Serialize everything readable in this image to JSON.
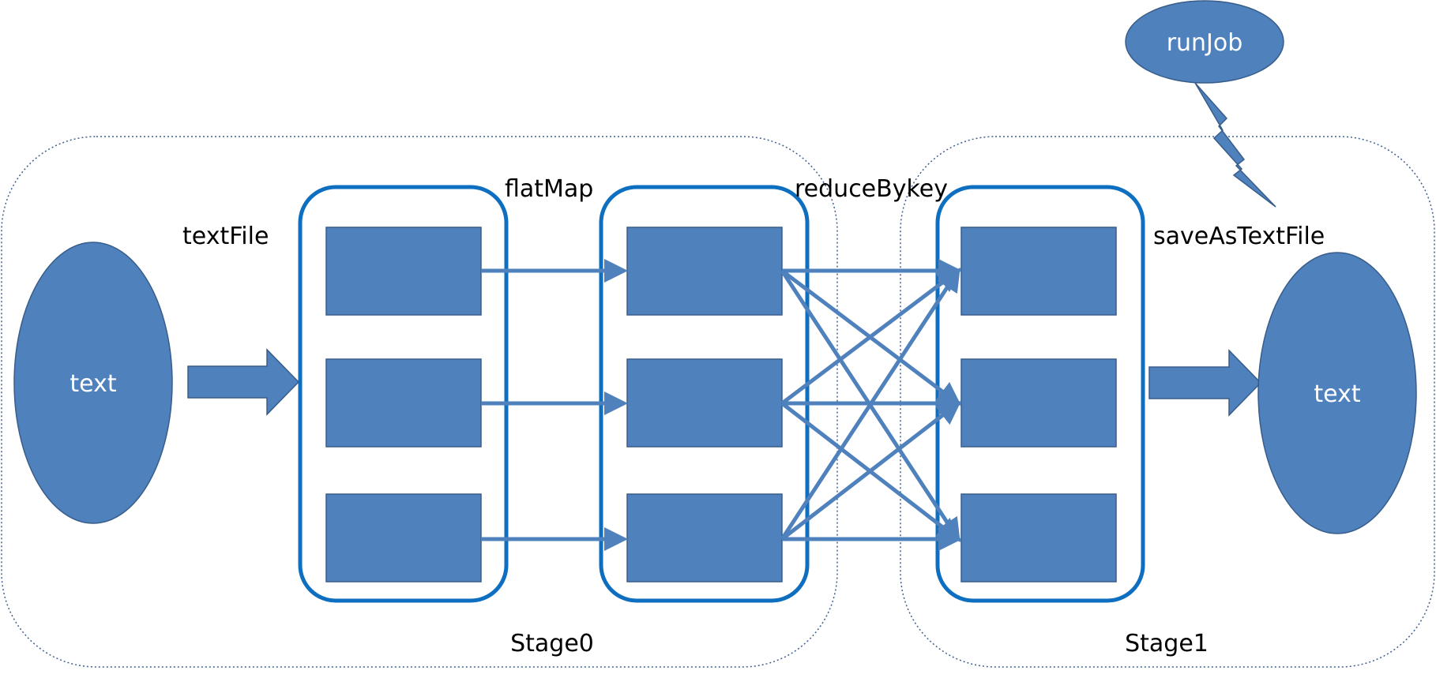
{
  "labels": {
    "input_text": "text",
    "output_text": "text",
    "text_file": "textFile",
    "flat_map": "flatMap",
    "reduce_by_key": "reduceBykey",
    "save_as_text_file": "saveAsTextFile",
    "run_job": "runJob",
    "stage0": "Stage0",
    "stage1": "Stage1"
  },
  "colors": {
    "fill": "#4f81bd",
    "fill_stroke": "#385d8a",
    "container_stroke": "#0e6fc1",
    "stage_border": "#3f5f8f",
    "arrow": "#4f81bd"
  }
}
